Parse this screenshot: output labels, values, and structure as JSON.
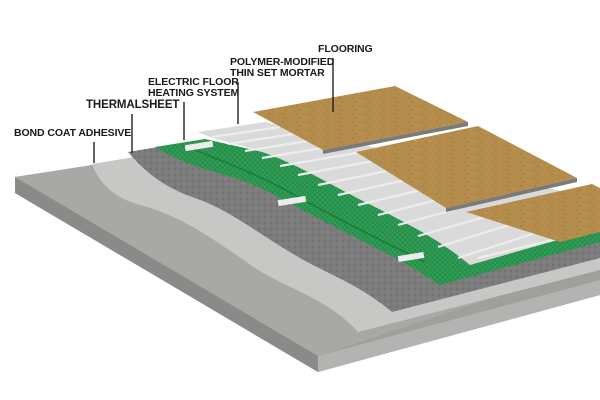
{
  "labels": {
    "flooring": "FLOORING",
    "mortar": [
      "POLYMER-MODIFIED",
      "THIN SET MORTAR"
    ],
    "heating": [
      "ELECTRIC FLOOR",
      "HEATING SYSTEM"
    ],
    "thermalsheet": "THERMALSHEET",
    "bond_coat": "BOND COAT ADHESIVE"
  },
  "colors": {
    "background": "#ffffff",
    "substrate": "#9e9e9c",
    "bond_coat": "#c4c4c2",
    "thermalsheet": "#7a7a7a",
    "heating_mesh": "#2e9a52",
    "mortar": "#d9d9d9",
    "flooring": "#b08a4a",
    "leader_line": "#111111"
  }
}
